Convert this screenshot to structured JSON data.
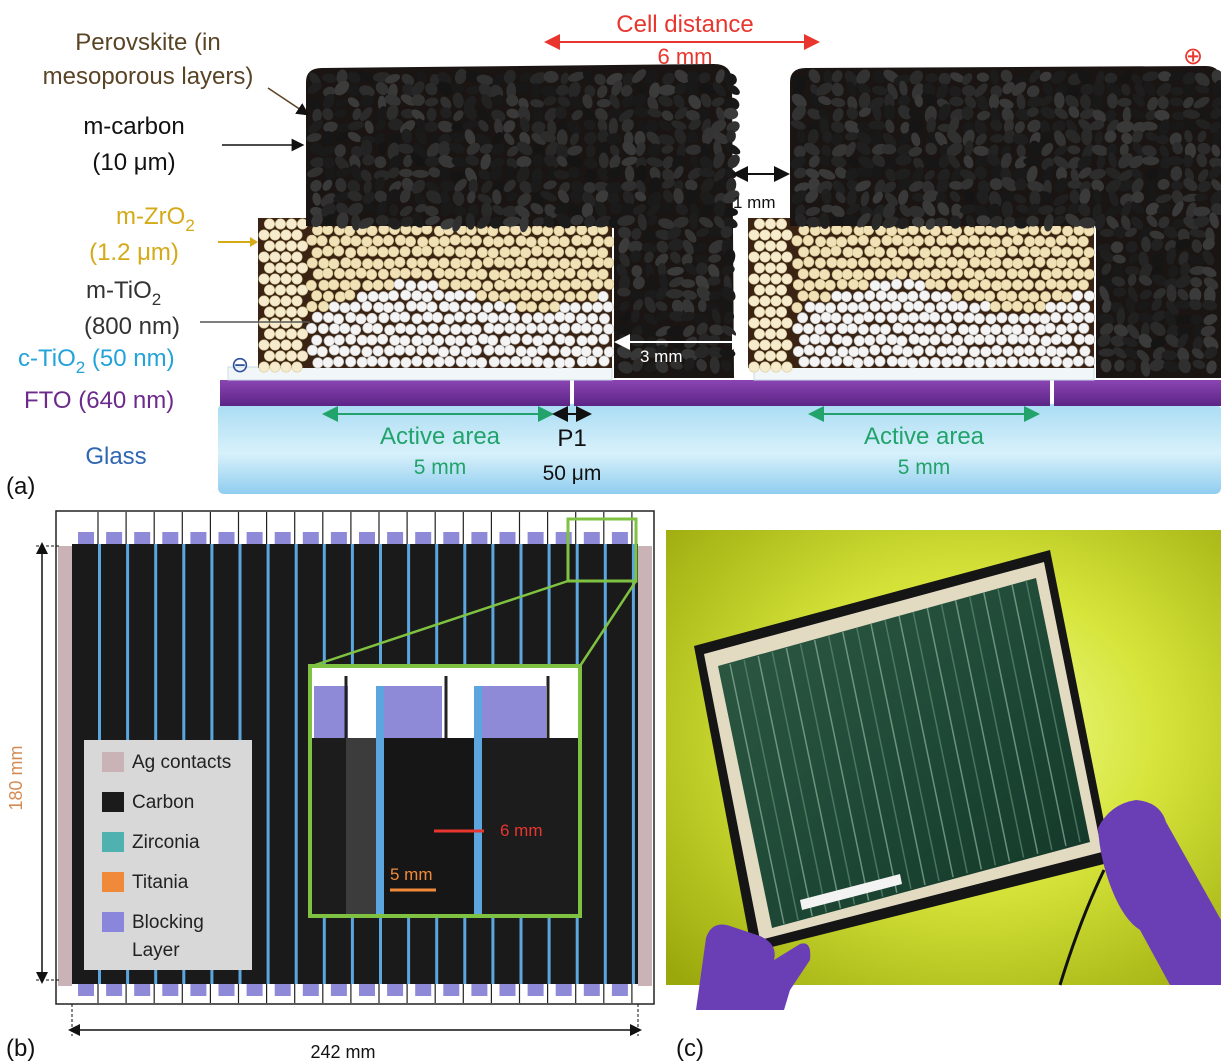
{
  "panel_a": {
    "panel_label": "(a)",
    "cell_distance": {
      "label": "Cell distance",
      "value": "6 mm"
    },
    "plus_symbol": "⊕",
    "minus_symbol": "⊖",
    "layers": [
      {
        "key": "perovskite",
        "line1": "Perovskite (in",
        "line2": "mesoporous layers)",
        "color": "#5a4426"
      },
      {
        "key": "carbon",
        "line1": "m-carbon",
        "line2": "(10 μm)",
        "color": "#111111"
      },
      {
        "key": "zro2",
        "line1": "m-ZrO",
        "sub1": "2",
        "line2": "(1.2 μm)",
        "color": "#d4aa17"
      },
      {
        "key": "tio2",
        "line1": "m-TiO",
        "sub1": "2",
        "line2": "(800 nm)",
        "color": "#333333"
      },
      {
        "key": "ctio2",
        "text": "c-TiO",
        "sub": "2",
        "text2": " (50 nm)",
        "color": "#22a3d9"
      },
      {
        "key": "fto",
        "text": "FTO (640 nm)",
        "color": "#6c2a8c"
      },
      {
        "key": "glass",
        "text": "Glass",
        "color": "#2f66b3"
      }
    ],
    "gap_label": "1 mm",
    "overlap_label": "3 mm",
    "active_area_1": {
      "label": "Active area",
      "value": "5 mm"
    },
    "active_area_2": {
      "label": "Active area",
      "value": "5 mm"
    },
    "p1": {
      "label": "P1",
      "value": "50 μm"
    }
  },
  "panel_b": {
    "panel_label": "(b)",
    "height_label": "180 mm",
    "width_label": "242 mm",
    "legend": [
      {
        "label": "Ag contacts",
        "color": "#c9b3b6"
      },
      {
        "label": "Carbon",
        "color": "#1b1b1b"
      },
      {
        "label": "Zirconia",
        "color": "#4fb1b0"
      },
      {
        "label": "Titania",
        "color": "#f08a3a"
      },
      {
        "label": "Blocking",
        "label2": "Layer",
        "color": "#8a86dc"
      }
    ],
    "inset": {
      "red_label": "6 mm",
      "orange_label": "5 mm"
    },
    "colors": {
      "frame_green": "#7fc241",
      "stripe_blue": "#5ba6de",
      "block_purple": "#8e8ad8"
    }
  },
  "panel_c": {
    "panel_label": "(c)",
    "colors": {
      "background": "#c4d420",
      "glove": "#6a3fb6"
    }
  }
}
